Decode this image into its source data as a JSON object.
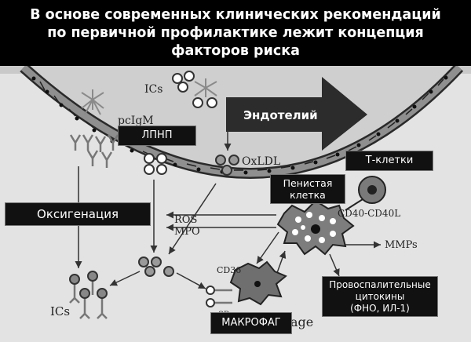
{
  "banner": {
    "line1": "В основе современных клинических рекомендаций",
    "line2": "по первичной профилактике лежит концепция",
    "line3": "факторов риска"
  },
  "labels": {
    "lpnp": "ЛПНП",
    "endothelium": "Эндотелий",
    "t_cells": "Т-клетки",
    "foam_cell_line1": "Пенистая",
    "foam_cell_line2": "клетка",
    "oxygenation": "Оксигенация",
    "cytokines_line1": "Провоспалительные",
    "cytokines_line2": "цитокины",
    "cytokines_line3": "(ФНО, ИЛ-1)",
    "macrophage": "МАКРОФАГ"
  },
  "figure_text": {
    "ics_top": "ICs",
    "pcigm": "pcIgM",
    "oxldl": "OxLDL",
    "ros": "ROS",
    "mpo": "MPO",
    "cd40": "CD40-CD40L",
    "mmps": "MMPs",
    "cd36": "CD36",
    "ics_bottom": "ICs",
    "sr_partial": "SR",
    "age_partial": "age"
  }
}
